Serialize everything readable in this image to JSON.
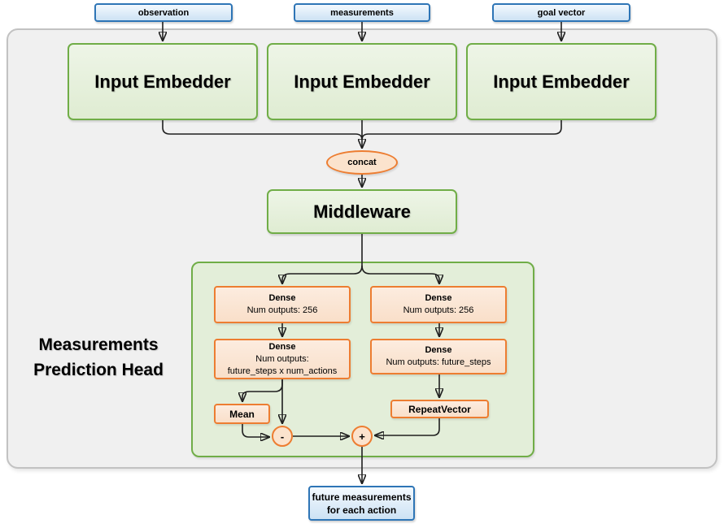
{
  "diagram": {
    "inputs": [
      {
        "label": "observation"
      },
      {
        "label": "measurements"
      },
      {
        "label": "goal vector"
      }
    ],
    "embedders": [
      "Input Embedder",
      "Input Embedder",
      "Input Embedder"
    ],
    "concat_label": "concat",
    "middleware_label": "Middleware",
    "head": {
      "title_line1": "Measurements",
      "title_line2": "Prediction Head",
      "dense_left_1": {
        "title": "Dense",
        "subtitle": "Num outputs: 256"
      },
      "dense_right_1": {
        "title": "Dense",
        "subtitle": "Num outputs: 256"
      },
      "dense_left_2": {
        "title": "Dense",
        "subtitle": "Num outputs:",
        "subtitle2": "future_steps x num_actions"
      },
      "dense_right_2": {
        "title": "Dense",
        "subtitle": "Num outputs: future_steps"
      },
      "mean_label": "Mean",
      "repeat_vector_label": "RepeatVector",
      "minus_label": "-",
      "plus_label": "+"
    },
    "output": {
      "line1": "future measurements",
      "line2": "for each action"
    },
    "colors": {
      "green_border": "#70AD47",
      "green_fill": "#E2EFDA",
      "orange_border": "#ED7D31",
      "orange_fill": "#FBE5D6",
      "blue_border": "#2E75B6",
      "blue_fill": "#DEEBF7",
      "container_fill": "#F0F0F0",
      "line": "#1F1F1F"
    }
  }
}
